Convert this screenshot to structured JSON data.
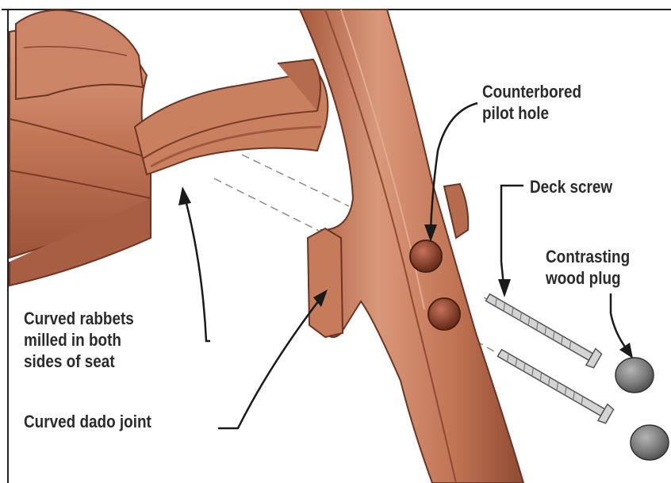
{
  "labels": {
    "counterbored": [
      "Counterbored",
      "pilot hole"
    ],
    "deck_screw": [
      "Deck screw"
    ],
    "wood_plug": [
      "Contrasting",
      "wood plug"
    ],
    "rabbets": [
      "Curved rabbets",
      "milled in both",
      "sides of seat"
    ],
    "dado": [
      "Curved dado joint"
    ]
  },
  "colors": {
    "wood_light": "#d08b6b",
    "wood_mid": "#b86a4d",
    "wood_dark": "#8a4632",
    "plug_gray": "#777777",
    "screw_gray": "#c9c9c9",
    "text": "#2b2b2b"
  }
}
